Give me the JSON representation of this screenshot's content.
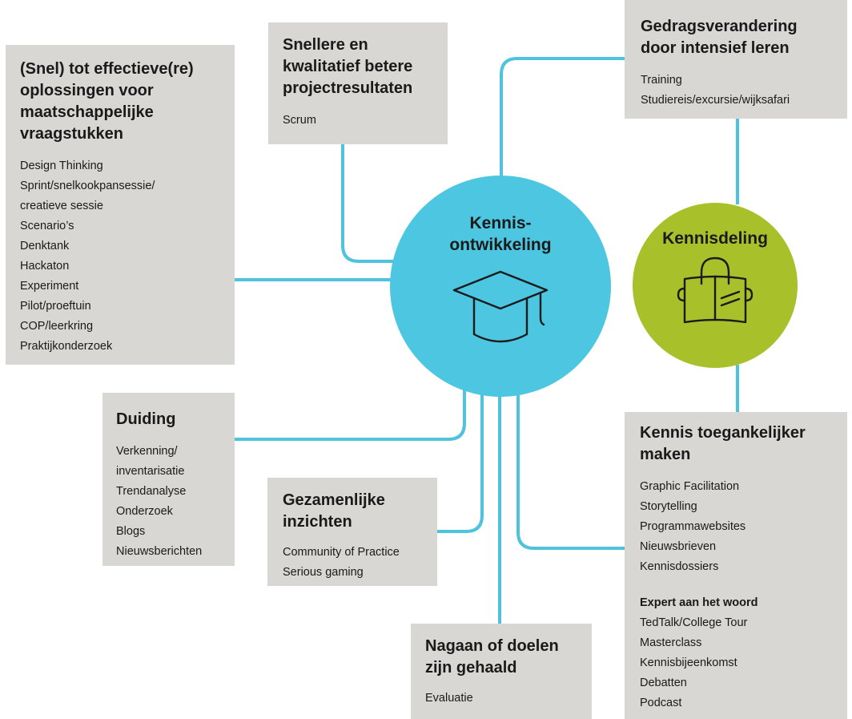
{
  "colors": {
    "connector": "#4fc3de",
    "box": "#d9d7d3",
    "kennisontwikkeling": "#4cc6e1",
    "kennisdeling": "#a8c02a"
  },
  "circles": {
    "kennisontwikkeling": {
      "title": "Kennis-\nontwikkeling",
      "icon": "graduation-cap-icon"
    },
    "kennisdeling": {
      "title": "Kennisdeling",
      "icon": "reading-person-icon"
    }
  },
  "boxes": {
    "oplossingen": {
      "title": "(Snel) tot effectieve(re) oplossingen voor maatschappelijke vraagstukken",
      "items": [
        "Design Thinking",
        "Sprint/snelkookpansessie/",
        "creatieve sessie",
        "Scenario’s",
        "Denktank",
        "Hackaton",
        "Experiment",
        "Pilot/proeftuin",
        "COP/leerkring",
        "Praktijkonderzoek"
      ]
    },
    "projectresultaten": {
      "title": "Snellere en kwalitatief betere projectresultaten",
      "items": [
        "Scrum"
      ]
    },
    "gedragsverandering": {
      "title": "Gedragsverandering door intensief leren",
      "items": [
        "Training",
        "Studiereis/excursie/wijksafari"
      ]
    },
    "duiding": {
      "title": "Duiding",
      "items": [
        "Verkenning/",
        "inventarisatie",
        "Trendanalyse",
        "Onderzoek",
        "Blogs",
        "Nieuwsberichten"
      ]
    },
    "inzichten": {
      "title": "Gezamenlijke inzichten",
      "items": [
        "Community of Practice",
        "Serious gaming"
      ]
    },
    "doelen": {
      "title": "Nagaan of doelen zijn gehaald",
      "items": [
        "Evaluatie"
      ]
    },
    "toegankelijk": {
      "title": "Kennis toegankelijker maken",
      "items": [
        "Graphic Facilitation",
        "Storytelling",
        "Programmawebsites",
        "Nieuwsbrieven",
        "Kennisdossiers"
      ],
      "subheading": "Expert aan het woord",
      "subitems": [
        "TedTalk/College Tour",
        "Masterclass",
        "Kennisbijeenkomst",
        "Debatten",
        "Podcast"
      ]
    }
  }
}
